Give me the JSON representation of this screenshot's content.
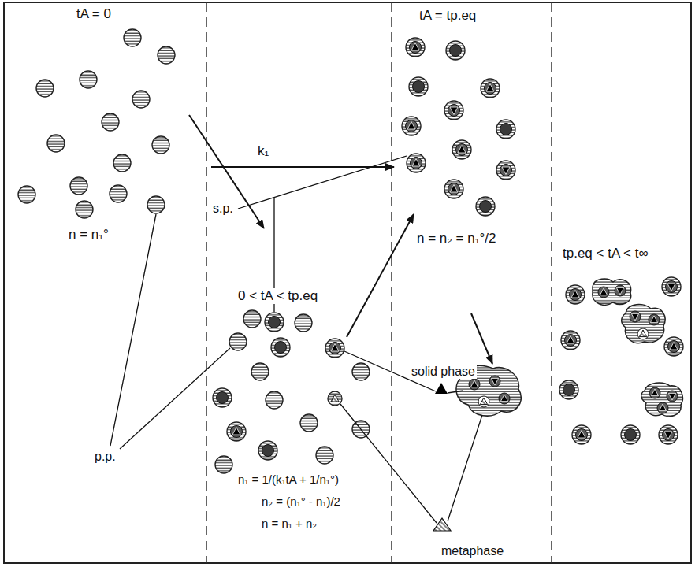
{
  "diagram": {
    "labels": [
      "tA = 0",
      "tA = tp.eq",
      "k₁",
      "s.p.",
      "n = n₁°",
      "n = n₂ = n₁°/2",
      "tp.eq < tA < t∞",
      "0 < tA < tp.eq",
      "solid phase",
      "p.p.",
      "n₁ = 1/(k₁tA + 1/n₁°)",
      "n₂ = (n₁° - n₁)/2",
      "n = n₁ + n₂",
      "metaphase"
    ]
  }
}
